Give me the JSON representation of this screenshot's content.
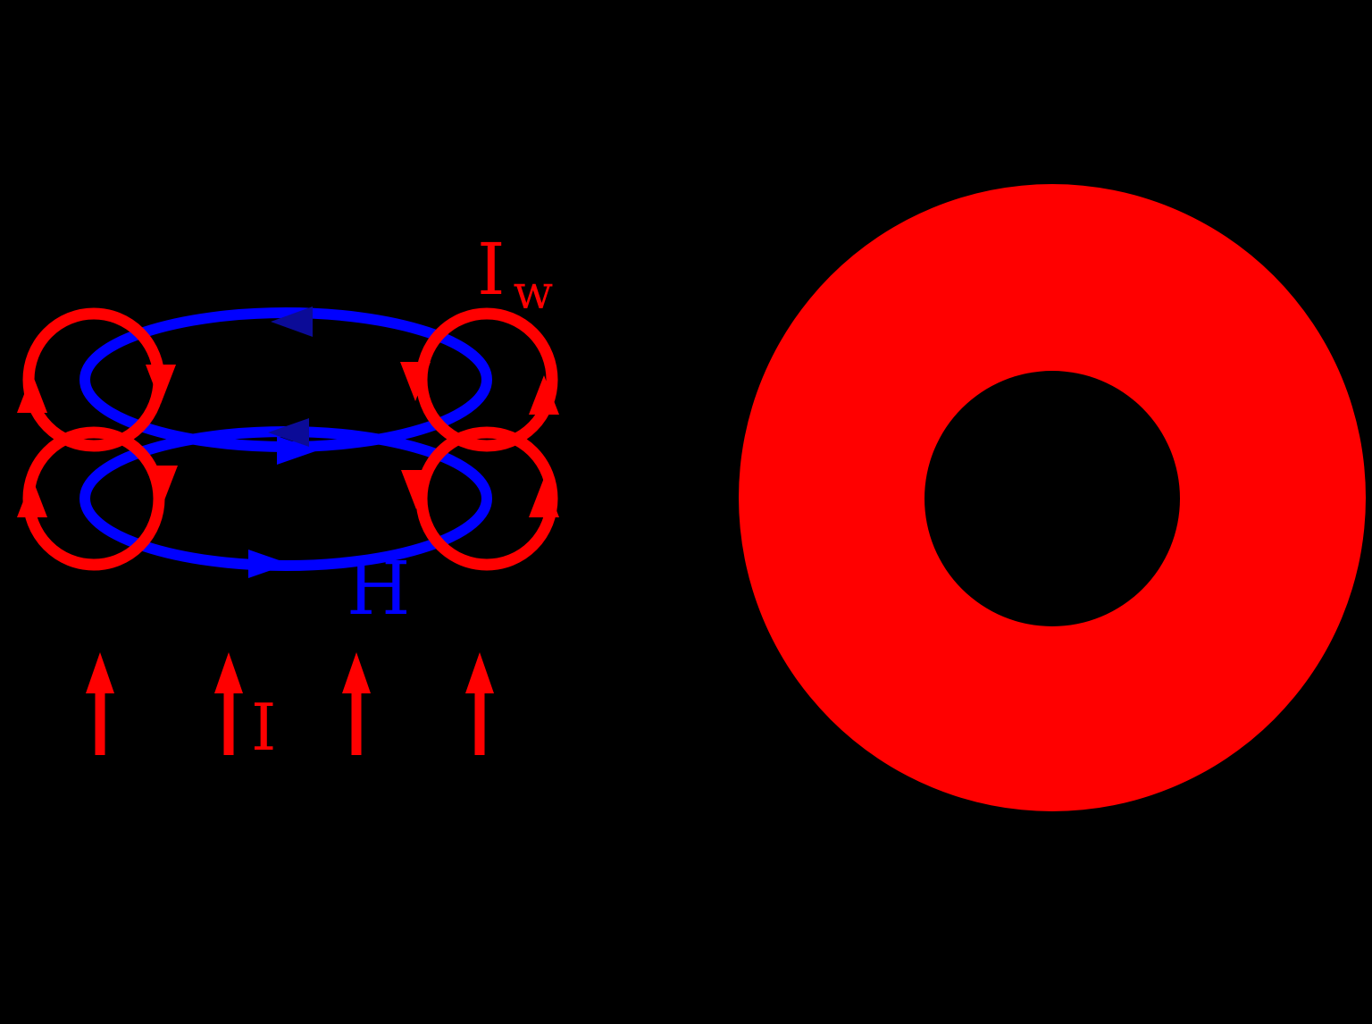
{
  "colors": {
    "red": "#ff0000",
    "blue": "#0000ff",
    "navy": "#0b0b97",
    "background": "#000000"
  },
  "labels": {
    "winding_current_base": "I",
    "winding_current_sub": "w",
    "h_field": "H",
    "solenoid_current": "I"
  }
}
